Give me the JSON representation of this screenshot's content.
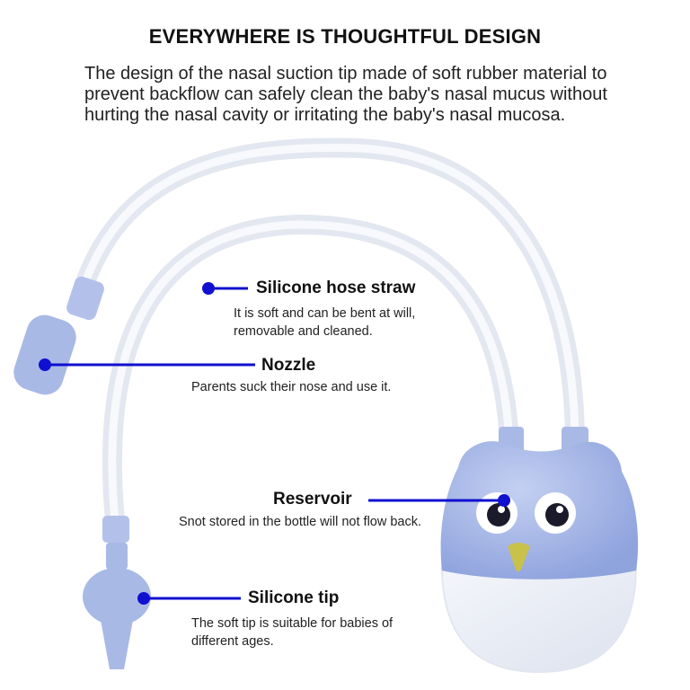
{
  "heading": "EVERYWHERE IS THOUGHTFUL DESIGN",
  "intro": "The design of the nasal suction tip made of soft rubber material to prevent backflow can safely clean the baby's nasal mucus without hurting the nasal cavity or irritating the baby's nasal mucosa.",
  "callouts": {
    "hose": {
      "title": "Silicone hose straw",
      "text": "It is soft and can be bent at will, removable and cleaned."
    },
    "nozzle": {
      "title": "Nozzle",
      "text": "Parents suck their nose and use it."
    },
    "reservoir": {
      "title": "Reservoir",
      "text": "Snot stored in the bottle will not flow back."
    },
    "tip": {
      "title": "Silicone tip",
      "text": "The soft tip is suitable for babies of different ages."
    }
  },
  "colors": {
    "product_blue": "#a9b9e6",
    "callout_line": "#1010d0",
    "background": "#ffffff"
  }
}
